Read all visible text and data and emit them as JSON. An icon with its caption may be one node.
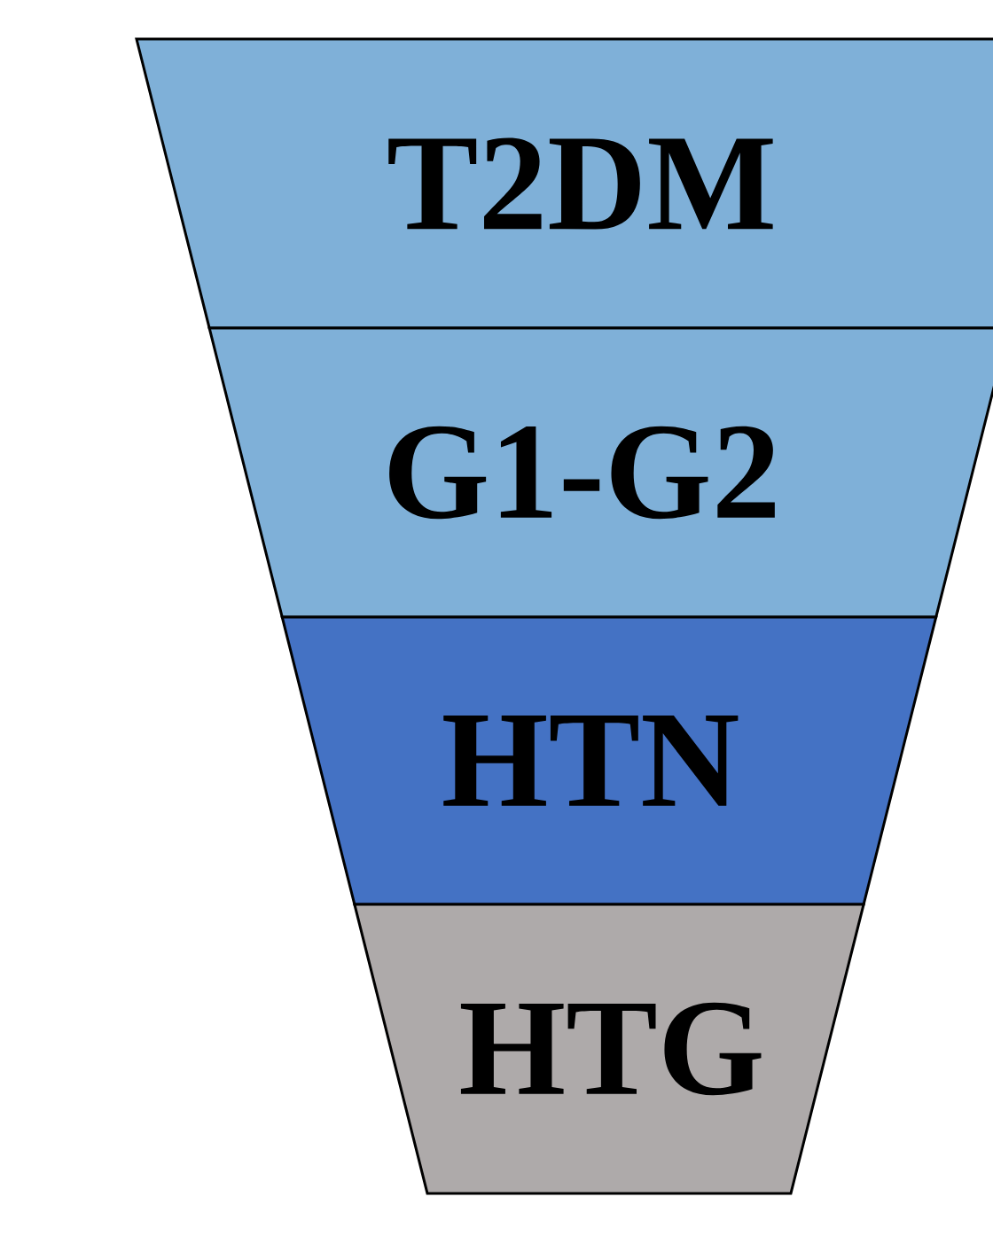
{
  "diagram": {
    "nodes": [
      {
        "text": [
          "T2DM"
        ]
      },
      {
        "text": [
          "G1-G2"
        ]
      },
      {
        "text": [
          "HTN"
        ]
      },
      {
        "text": [
          "HTG"
        ]
      }
    ]
  }
}
